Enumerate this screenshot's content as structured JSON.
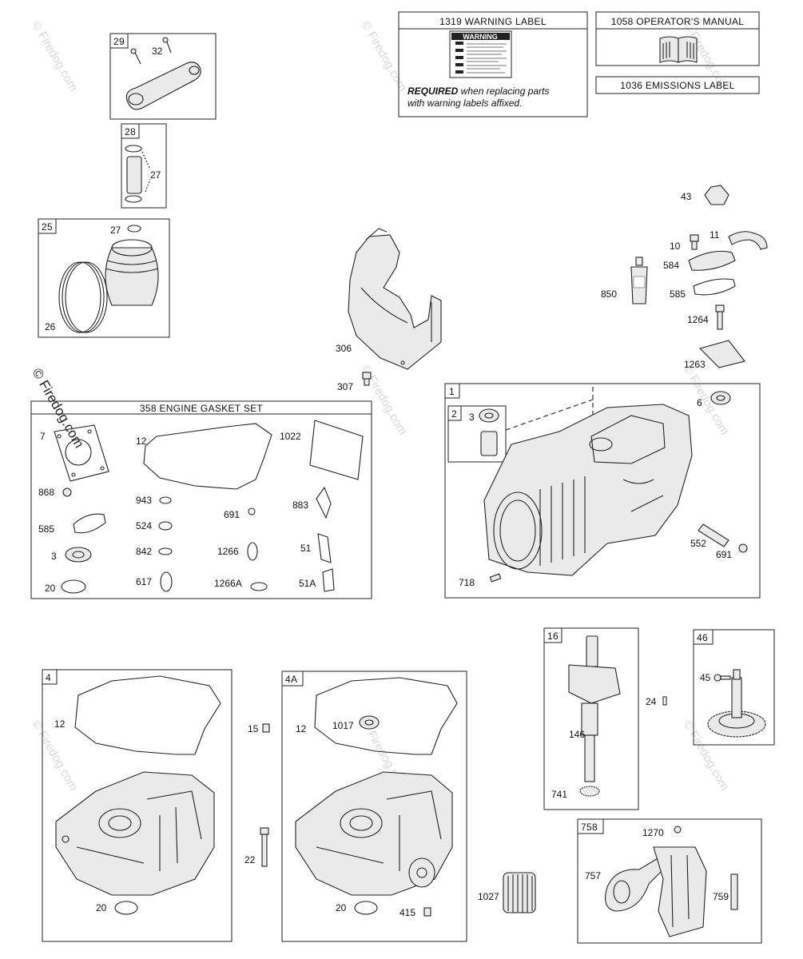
{
  "watermark": "© Firedog.com",
  "boxes": {
    "b29": "29",
    "b28": "28",
    "b25": "25",
    "gasket_set": "358 ENGINE GASKET SET",
    "b1": "1",
    "b2": "2",
    "b4": "4",
    "b4a": "4A",
    "b16": "16",
    "b46": "46",
    "b758": "758"
  },
  "warning": {
    "title": "1319 WARNING LABEL",
    "sticker": "WARNING",
    "required_bold": "REQUIRED",
    "required_rest": " when replacing parts",
    "required_line2": "with warning labels affixed."
  },
  "manual": {
    "title": "1058 OPERATOR'S MANUAL"
  },
  "emissions": {
    "title": "1036 EMISSIONS LABEL"
  },
  "labels": {
    "p32": "32",
    "p27a": "27",
    "p27b": "27",
    "p26": "26",
    "p306": "306",
    "p307": "307",
    "p43": "43",
    "p10": "10",
    "p11": "11",
    "p584": "584",
    "p850": "850",
    "p585a": "585",
    "p1264": "1264",
    "p1263": "1263",
    "p7": "7",
    "p12a": "12",
    "p1022": "1022",
    "p868": "868",
    "p943": "943",
    "p691a": "691",
    "p883": "883",
    "p585b": "585",
    "p524": "524",
    "p842": "842",
    "p1266": "1266",
    "p51": "51",
    "p3a": "3",
    "p20a": "20",
    "p617": "617",
    "p1266a": "1266A",
    "p51a": "51A",
    "p3b": "3",
    "p6": "6",
    "p552": "552",
    "p691b": "691",
    "p718": "718",
    "p12b": "12",
    "p15": "15",
    "p22": "22",
    "p20b": "20",
    "p12c": "12",
    "p1017": "1017",
    "p20c": "20",
    "p415": "415",
    "p1027": "1027",
    "p146": "146",
    "p741": "741",
    "p24": "24",
    "p45": "45",
    "p1270": "1270",
    "p757": "757",
    "p759": "759"
  }
}
